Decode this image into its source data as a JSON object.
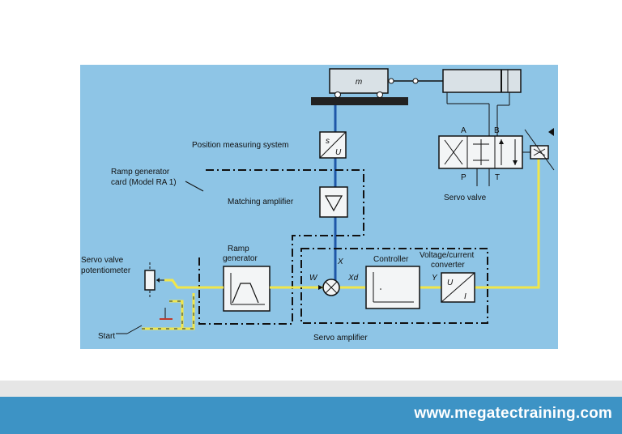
{
  "diagram": {
    "mass_label": "m",
    "position_measuring_system": "Position measuring system",
    "su_top": "s",
    "su_bottom": "U",
    "ramp_card_line1": "Ramp generator",
    "ramp_card_line2": "card (Model RA 1)",
    "matching_amplifier": "Matching amplifier",
    "ramp_gen_line1": "Ramp",
    "ramp_gen_line2": "generator",
    "servo_pot_line1": "Servo valve",
    "servo_pot_line2": "potentiometer",
    "start": "Start",
    "signal_x": "X",
    "signal_w": "W",
    "signal_xd": "Xd",
    "signal_y": "Y",
    "controller": "Controller",
    "vc_line1": "Voltage/current",
    "vc_line2": "converter",
    "ui_top": "U",
    "ui_bottom": "I",
    "servo_amplifier": "Servo amplifier",
    "port_a": "A",
    "port_b": "B",
    "port_p": "P",
    "port_t": "T",
    "servo_valve": "Servo valve"
  },
  "footer": {
    "url": "www.megatectraining.com"
  },
  "colors": {
    "background": "#8ec5e6",
    "signal_line": "#f1e64a",
    "feedback_line": "#1f57a8",
    "footer_blue": "#3d93c5"
  }
}
